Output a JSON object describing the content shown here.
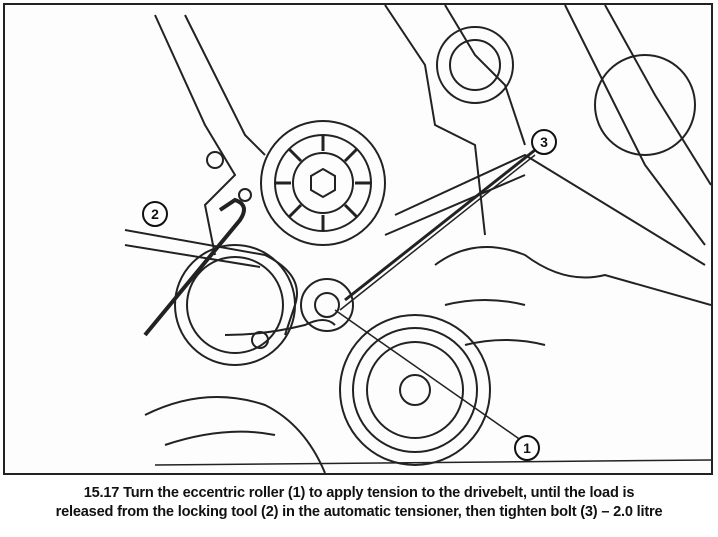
{
  "figure": {
    "callouts": [
      {
        "label": "1",
        "meaning": "eccentric roller"
      },
      {
        "label": "2",
        "meaning": "locking tool"
      },
      {
        "label": "3",
        "meaning": "bolt"
      }
    ]
  },
  "caption": {
    "line1": "15.17 Turn the eccentric roller (1) to apply tension to the drivebelt, until the load is",
    "line2": "released from the locking tool (2) in the automatic tensioner, then tighten bolt (3) – 2.0 litre"
  }
}
